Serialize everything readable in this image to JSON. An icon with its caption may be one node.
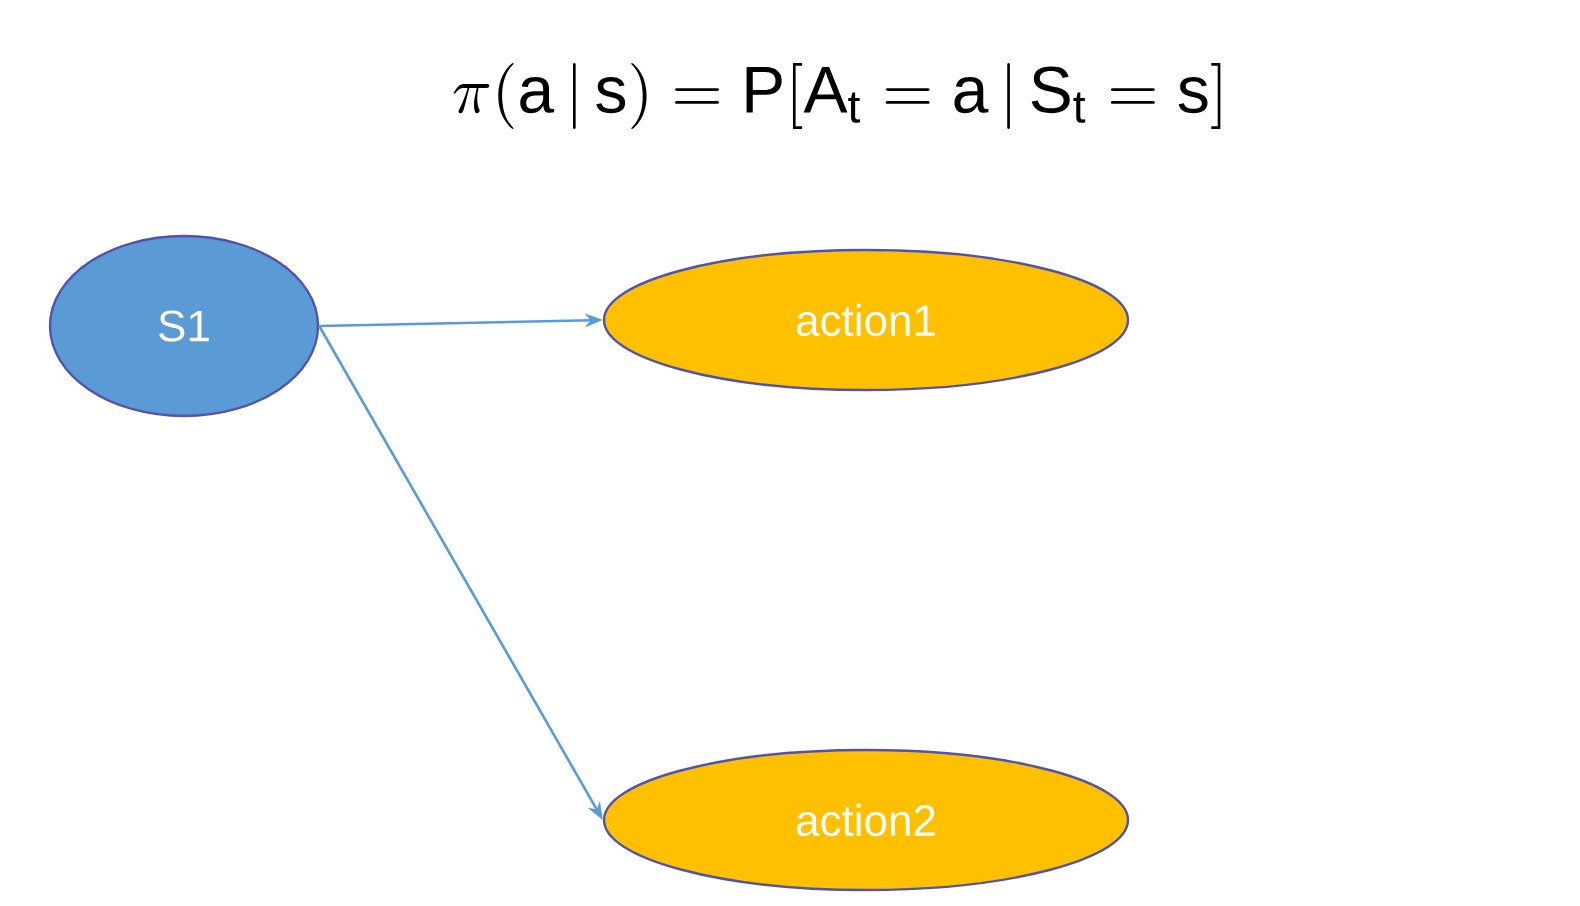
{
  "diagram": {
    "title": "\\pi(\\mathrm{a}\\,|\\,\\mathrm{s}) = \\mathrm{P}[\\mathrm{A}_{\\mathrm{t}} = \\mathrm{a}\\,|\\,\\mathrm{S}_{\\mathrm{t}} = \\mathrm{s}]",
    "nodes": [
      {
        "text": [
          "S1"
        ]
      },
      {
        "text": [
          "action1"
        ]
      },
      {
        "text": [
          "action2"
        ]
      }
    ],
    "edges": [
      {
        "from": 0,
        "to": 1,
        "arrow": "to"
      },
      {
        "from": 0,
        "to": 2,
        "arrow": "to"
      }
    ]
  }
}
